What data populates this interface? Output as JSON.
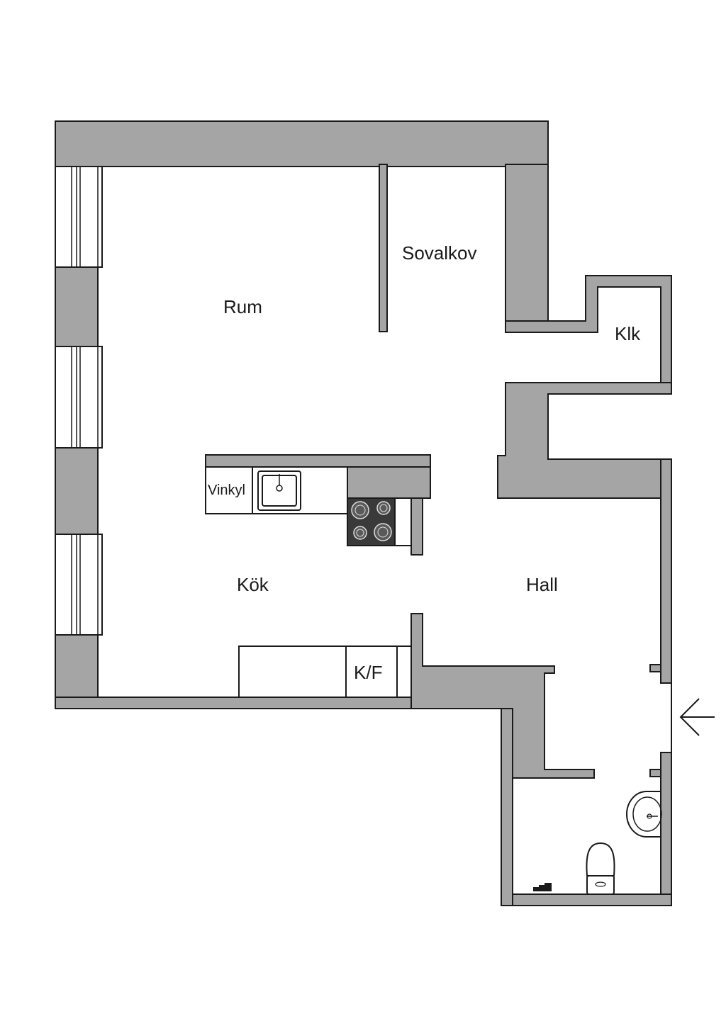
{
  "rooms": {
    "rum": "Rum",
    "sovalkov": "Sovalkov",
    "klk": "Klk",
    "kok": "Kök",
    "hall": "Hall"
  },
  "fixtures": {
    "vinkyl": "Vinkyl",
    "kf": "K/F"
  },
  "icons": {
    "entrance": "entrance-arrow-icon",
    "sink": "kitchen-sink-icon",
    "stove": "stove-icon",
    "washbasin": "washbasin-icon",
    "toilet": "toilet-icon",
    "floor_drain": "floor-drain-icon"
  },
  "colors": {
    "wall": "#a5a5a5",
    "stove": "#3a3a3a",
    "line": "#1a1a1a"
  }
}
